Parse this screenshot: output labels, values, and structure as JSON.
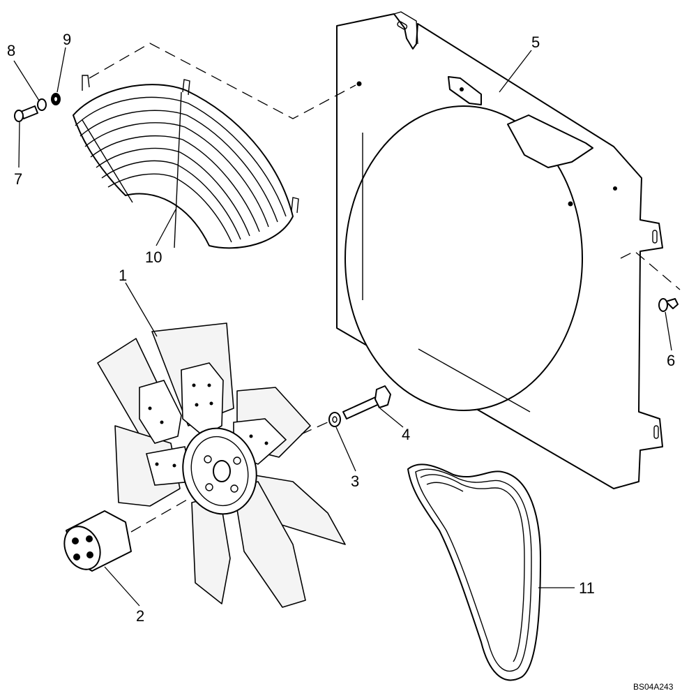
{
  "drawing_code": "BS04A243",
  "callouts": [
    {
      "id": "1",
      "text": "1"
    },
    {
      "id": "2",
      "text": "2"
    },
    {
      "id": "3",
      "text": "3"
    },
    {
      "id": "4",
      "text": "4"
    },
    {
      "id": "5",
      "text": "5"
    },
    {
      "id": "6",
      "text": "6"
    },
    {
      "id": "7",
      "text": "7"
    },
    {
      "id": "8",
      "text": "8"
    },
    {
      "id": "9",
      "text": "9"
    },
    {
      "id": "10",
      "text": "10"
    },
    {
      "id": "11",
      "text": "11"
    }
  ],
  "colors": {
    "ink": "#000000",
    "paper": "#ffffff",
    "blade_fill": "#f4f4f4"
  }
}
